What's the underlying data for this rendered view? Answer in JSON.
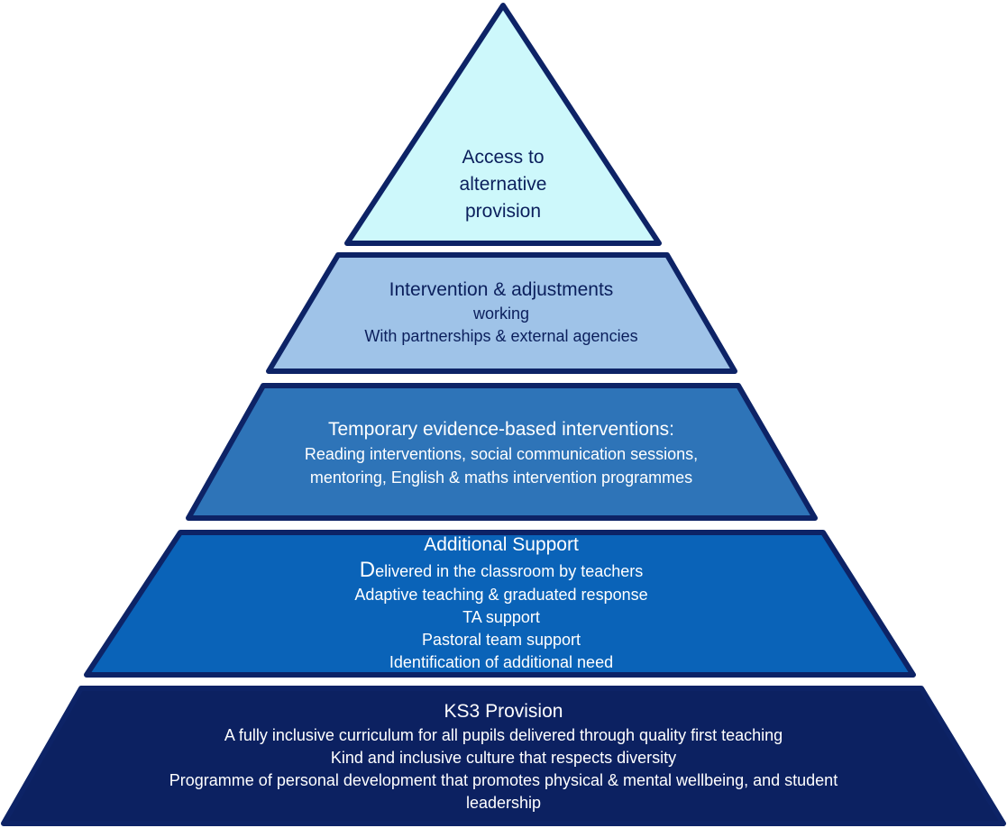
{
  "pyramid": {
    "colors": {
      "outline": "#0d2366",
      "tier1": "#cdf8fb",
      "tier2": "#9fc3e8",
      "tier3": "#2e74b8",
      "tier4": "#0a63b8",
      "tier5": "#0c2161"
    },
    "tier1": {
      "lines": [
        "Access to",
        "alternative",
        "provision"
      ]
    },
    "tier2": {
      "title": "Intervention & adjustments",
      "lines": [
        "working",
        "With partnerships & external agencies"
      ]
    },
    "tier3": {
      "title": "Temporary evidence-based interventions:",
      "lines": [
        "Reading interventions, social communication sessions,",
        "mentoring, English & maths intervention programmes"
      ]
    },
    "tier4": {
      "title": "Additional Support",
      "first_line_initial": "D",
      "first_line_rest": "elivered in the classroom by teachers",
      "lines": [
        "Adaptive teaching & graduated response",
        "TA support",
        "Pastoral team support",
        "Identification of additional  need"
      ]
    },
    "tier5": {
      "title": "KS3 Provision",
      "lines": [
        "A fully inclusive curriculum for all pupils delivered through quality first teaching",
        "Kind and inclusive culture that respects diversity",
        "Programme of personal development  that promotes physical & mental wellbeing, and  student",
        "leadership"
      ]
    }
  }
}
